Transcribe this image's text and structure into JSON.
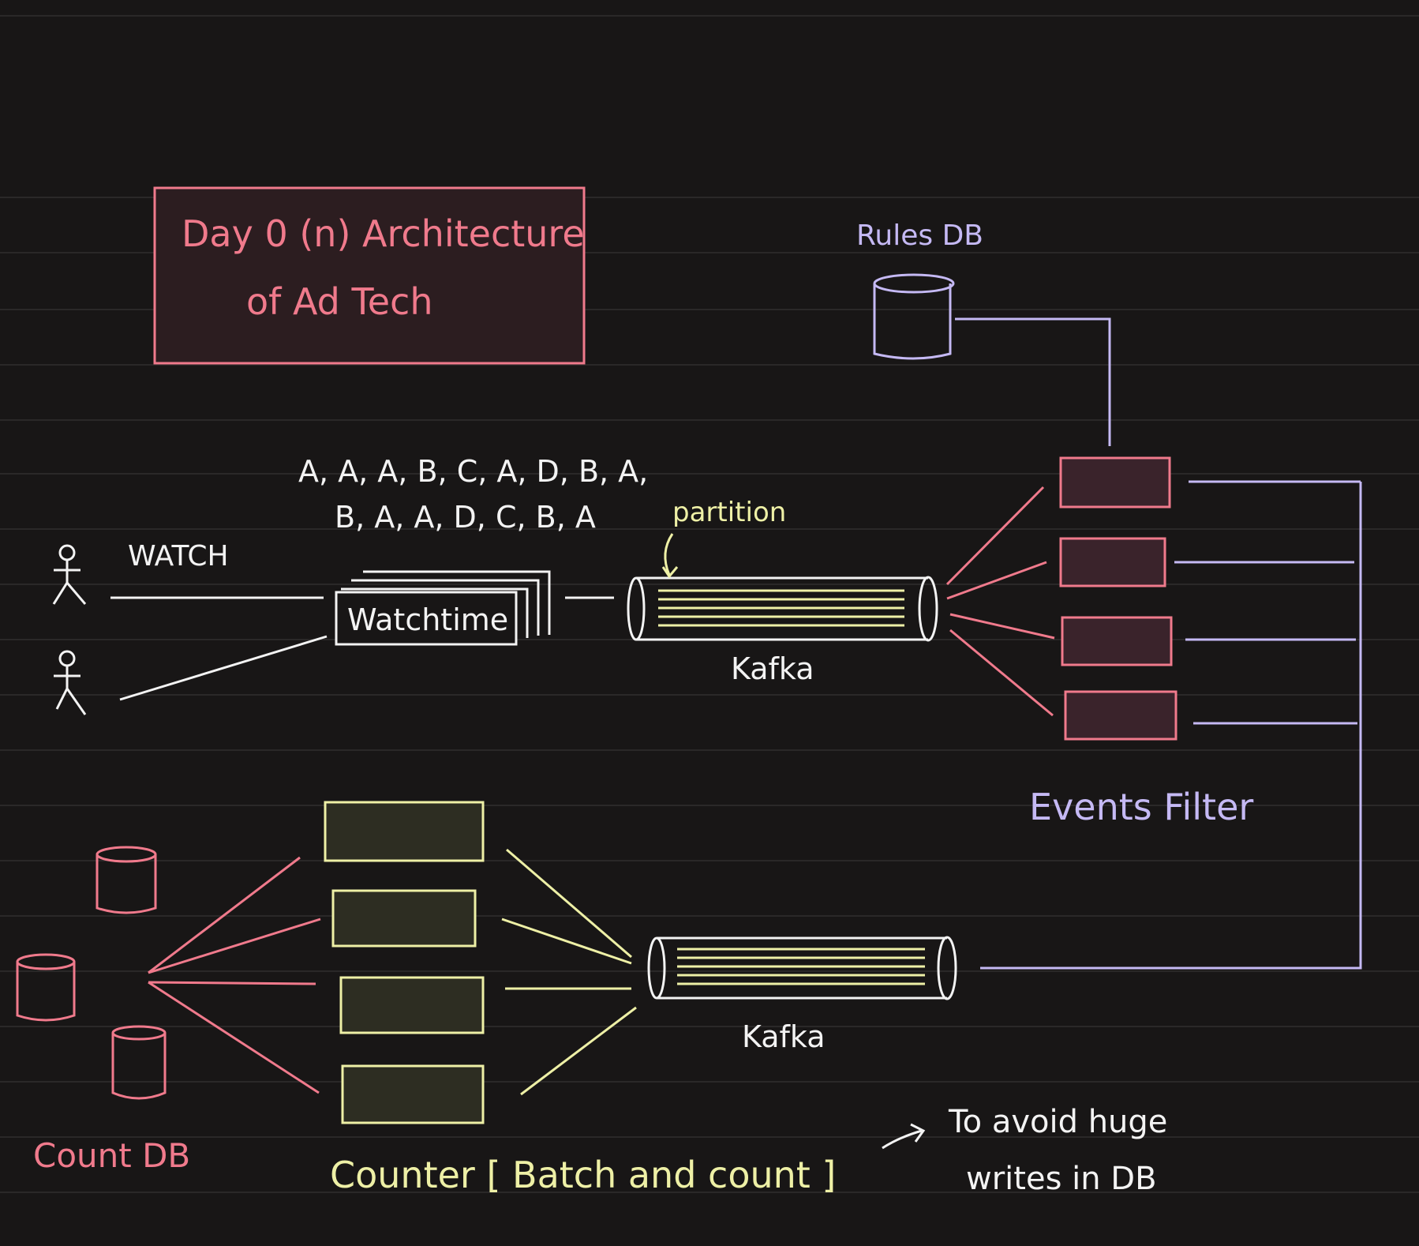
{
  "title": {
    "line1": "Day 0 (n)  Architecture",
    "line2": "of  Ad Tech"
  },
  "users": {
    "watch_label": "WATCH"
  },
  "event_stream": {
    "line1": "A, A, A, B, C, A, D, B, A,",
    "line2": "B, A, A, D, C, B, A"
  },
  "watchtime": {
    "label": "Watchtime"
  },
  "kafka_top": {
    "label": "Kafka",
    "partition_label": "partition",
    "partition_count": 5
  },
  "rules_db": {
    "label": "Rules DB"
  },
  "events_filter": {
    "label": "Events Filter",
    "instance_count": 4
  },
  "kafka_bottom": {
    "label": "Kafka",
    "partition_count": 5
  },
  "counter": {
    "label": "Counter  [ Batch and count ]",
    "instance_count": 4
  },
  "count_db": {
    "label": "Count DB",
    "instance_count": 3
  },
  "note": {
    "line1": "To avoid  huge",
    "line2": "writes  in  DB"
  },
  "colors": {
    "background": "#181616",
    "rule_line": "#2a2828",
    "title_box": "#f07a8c",
    "pink": "#f07a8c",
    "lavender": "#c5b9f4",
    "yellow": "#eef0a6",
    "white": "#f3f3f3"
  },
  "icons": {
    "user": "stick-figure-icon",
    "database": "cylinder-db-icon",
    "queue": "kafka-pipe-icon"
  }
}
